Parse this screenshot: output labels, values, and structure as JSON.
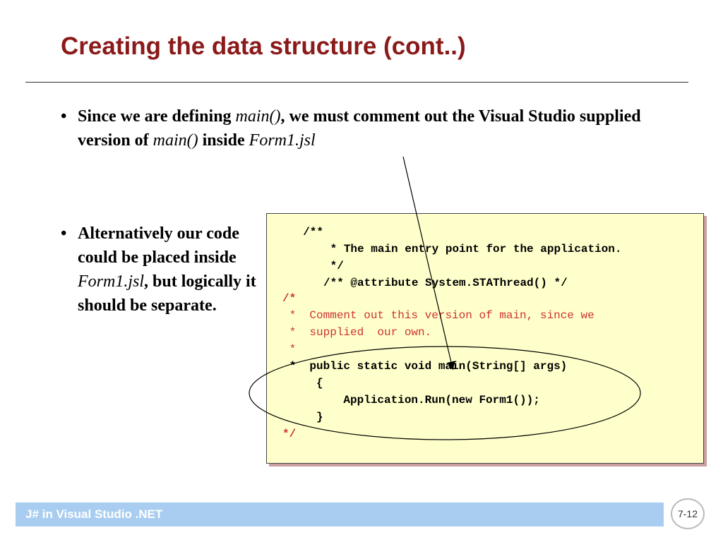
{
  "slide": {
    "title": "Creating the data structure (cont..)",
    "bullet_symbol": "•",
    "bullet1": {
      "t1": "Since we are defining ",
      "e1": "main()",
      "t2": ", we must comment out the Visual Studio supplied version of ",
      "e2": "main()",
      "t3": " inside ",
      "e3": "Form1.jsl"
    },
    "bullet2": {
      "t1": "Alternatively our code could be placed inside ",
      "e1": "Form1.jsl",
      "t2": ", but logically it should be separate."
    },
    "code_lines": [
      "  /**",
      "      * The main entry point for the application.",
      "      */",
      "     /** @attribute System.STAThread() */",
      "/*",
      " *  Comment out this version of main, since we",
      " *  supplied  our own.",
      " *",
      " *  public static void main(String[] args)",
      "     {",
      "         Application.Run(new Form1());",
      "     }",
      "*/"
    ],
    "footer": "J# in Visual Studio .NET",
    "page_number": "7-12"
  },
  "colors": {
    "title": "#8b1a1a",
    "code_background": "#ffffcc",
    "comment": "#cc3333",
    "footer_bar": "#a8cdf0"
  }
}
